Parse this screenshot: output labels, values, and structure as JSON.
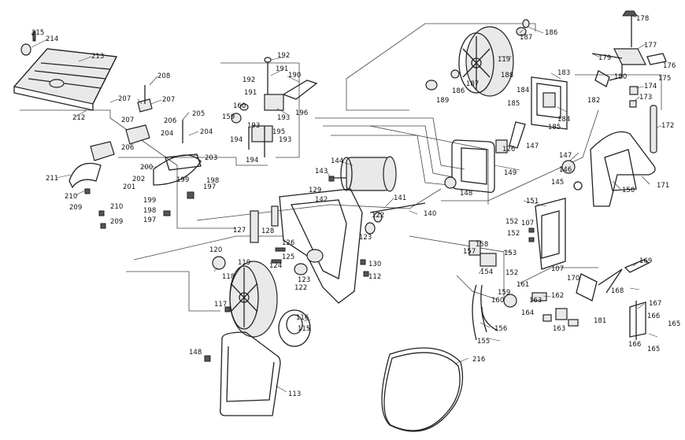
{
  "diagram": {
    "type": "exploded-parts-view",
    "labels": [
      "215",
      "214",
      "213",
      "212",
      "211",
      "210",
      "209",
      "208",
      "207",
      "206",
      "205",
      "204",
      "203",
      "202",
      "201",
      "200",
      "199",
      "198",
      "197",
      "192",
      "191",
      "190",
      "196",
      "195",
      "194",
      "193",
      "160",
      "159",
      "144",
      "143",
      "142",
      "141",
      "140",
      "129",
      "128",
      "127",
      "126",
      "125",
      "124",
      "123",
      "122",
      "130",
      "112",
      "120",
      "118",
      "119",
      "117",
      "116",
      "115",
      "148",
      "113",
      "216",
      "186",
      "187",
      "188",
      "189",
      "185",
      "184",
      "183",
      "182",
      "181",
      "180",
      "179",
      "178",
      "177",
      "176",
      "175",
      "174",
      "173",
      "172",
      "171",
      "150",
      "149",
      "147",
      "146",
      "145",
      "107",
      "152",
      "151",
      "153",
      "154",
      "155",
      "156",
      "157",
      "158",
      "161",
      "162",
      "163",
      "164",
      "165",
      "166",
      "167",
      "168",
      "169",
      "170"
    ]
  }
}
